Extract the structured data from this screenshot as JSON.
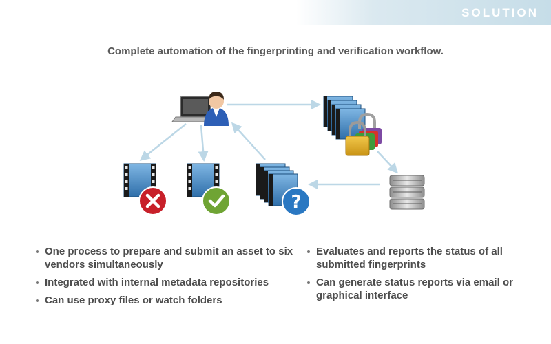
{
  "header": {
    "title": "SOLUTION"
  },
  "subtitle": "Complete automation of the fingerprinting and verification workflow.",
  "bullets_left": [
    "One process to prepare and submit an asset to six vendors simultaneously",
    "Integrated with internal metadata repositories",
    "Can use proxy files or watch folders"
  ],
  "bullets_right": [
    "Evaluates and reports the status of all submitted fingerprints",
    "Can generate status reports via email or graphical interface"
  ],
  "icons": {
    "user": "user-at-laptop-icon",
    "rejected": "video-file-rejected-icon",
    "approved": "video-file-approved-icon",
    "pending": "video-files-pending-icon",
    "locked": "video-files-locked-icon",
    "database": "database-server-icon"
  },
  "colors": {
    "arrow": "#bcd7e6",
    "film": "#4a8fc9",
    "reject": "#c8202a",
    "approve": "#6fa434",
    "query": "#2a78c2",
    "text": "#4d4d4d"
  }
}
